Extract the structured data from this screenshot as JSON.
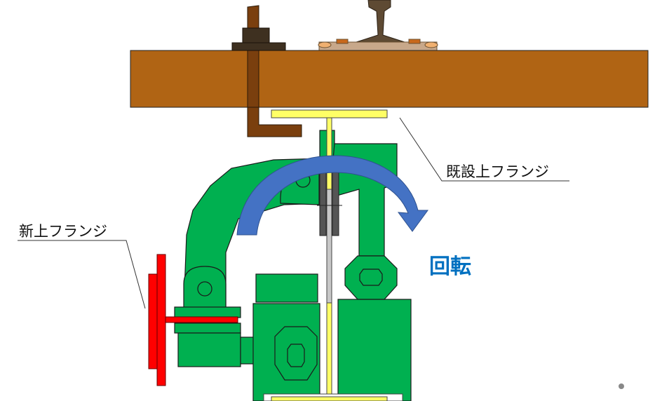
{
  "labels": {
    "existing_top_flange": "既設上フランジ",
    "new_top_flange": "新上フランジ",
    "rotation": "回転"
  },
  "colors": {
    "sleeper": "#B06414",
    "bolt": "#7A3F0E",
    "nut": "#3E3020",
    "rail": "#5E4A33",
    "plate": "#C8A88A",
    "flange": "#FFFF66",
    "clamp": "#00B050",
    "new_flange": "#FF0000",
    "arrow": "#3F63B0",
    "rotation_text": "#0070C0"
  }
}
